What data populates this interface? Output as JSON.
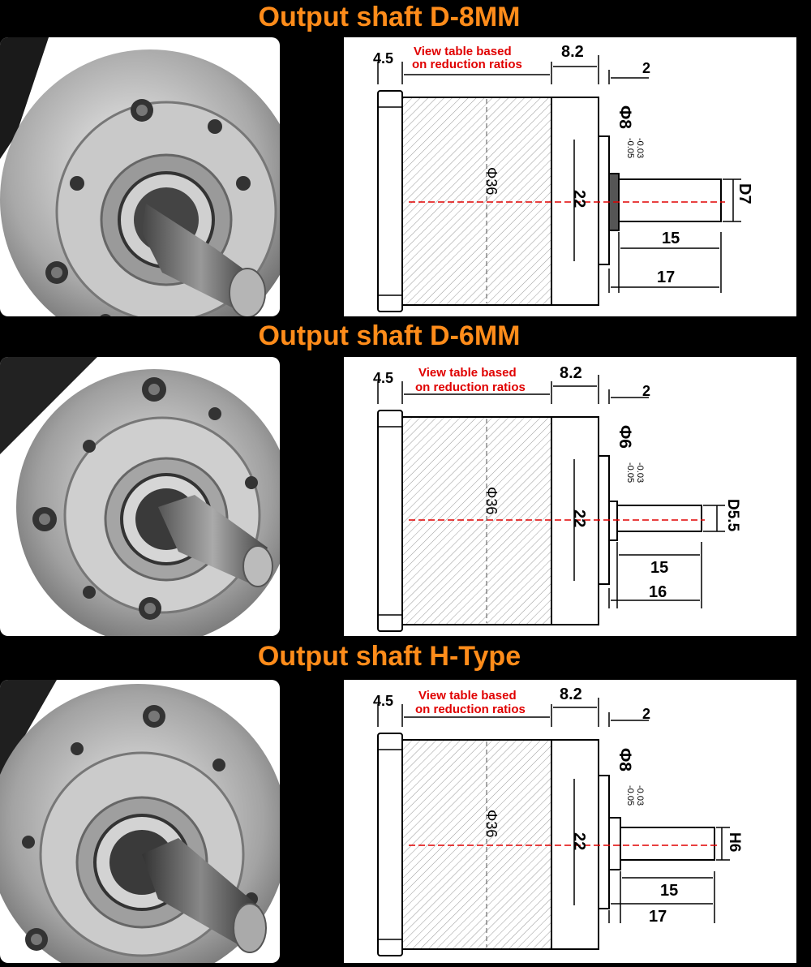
{
  "colors": {
    "background": "#000000",
    "title": "#ff8c1a",
    "annotation_red": "#e00000",
    "line": "#000000"
  },
  "sections": [
    {
      "title": "Output shaft D-8MM",
      "photo": "gear-motor-d8-photo",
      "dims": {
        "flange": "4.5",
        "note_line1": "View table based",
        "note_line2": "on reduction ratios",
        "boss": "8.2",
        "step": "2",
        "body_dia": "Φ36",
        "pilot_dia": "22",
        "shaft_dia": "Φ8",
        "tol_upper": "-0.03",
        "tol_lower": "-0.05",
        "flat": "D7",
        "flat_len": "15",
        "shaft_len": "17"
      }
    },
    {
      "title": "Output shaft D-6MM",
      "photo": "gear-motor-d6-photo",
      "dims": {
        "flange": "4.5",
        "note_line1": "View table based",
        "note_line2": "on reduction ratios",
        "boss": "8.2",
        "step": "2",
        "body_dia": "Φ36",
        "pilot_dia": "22",
        "shaft_dia": "Φ6",
        "tol_upper": "-0.03",
        "tol_lower": "-0.05",
        "flat": "D5.5",
        "flat_len": "15",
        "shaft_len": "16"
      }
    },
    {
      "title": "Output shaft H-Type",
      "photo": "gear-motor-h-photo",
      "dims": {
        "flange": "4.5",
        "note_line1": "View table based",
        "note_line2": "on reduction ratios",
        "boss": "8.2",
        "step": "2",
        "body_dia": "Φ36",
        "pilot_dia": "22",
        "shaft_dia": "Φ8",
        "tol_upper": "-0.03",
        "tol_lower": "-0.05",
        "flat": "H6",
        "flat_len": "15",
        "shaft_len": "17"
      }
    }
  ]
}
